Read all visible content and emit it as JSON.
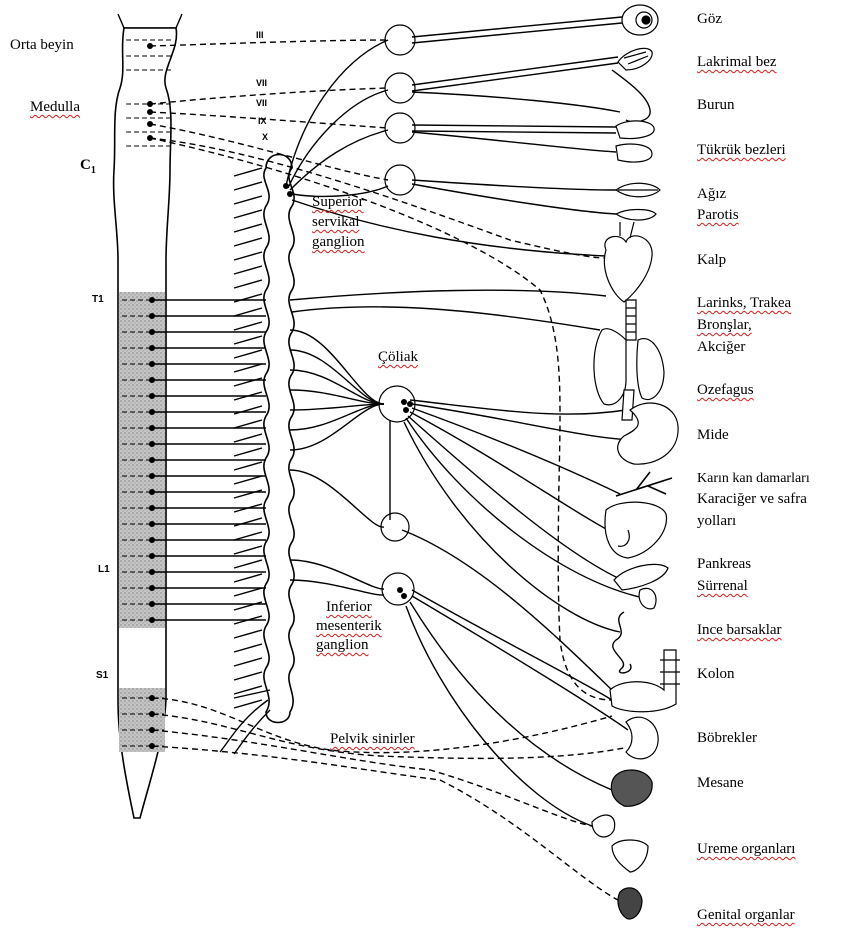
{
  "cns_labels": {
    "orta_beyin": "Orta beyin",
    "medulla": "Medulla",
    "c1": "C",
    "c1_sub": "1"
  },
  "cord_levels": {
    "t1": "T1",
    "l1": "L1",
    "s1": "S1"
  },
  "cranial_nerves": {
    "iii": "III",
    "vii": "VII",
    "ix": "IX",
    "x": "X"
  },
  "ganglia": {
    "superior_cervical": [
      "Superior",
      "servikal",
      "ganglion"
    ],
    "celiac": "Çöliak",
    "inferior_mesenteric": [
      "Inferior",
      "mesenterik",
      "ganglion"
    ],
    "pelvic": "Pelvik sinirler"
  },
  "organs": [
    {
      "key": "goz",
      "text": "Göz"
    },
    {
      "key": "lakrimal",
      "text": "Lakrimal bez"
    },
    {
      "key": "burun",
      "text": "Burun"
    },
    {
      "key": "tukuruk",
      "text": "Tükrük bezleri"
    },
    {
      "key": "agiz",
      "text": "Ağız"
    },
    {
      "key": "parotis",
      "text": "Parotis"
    },
    {
      "key": "kalp",
      "text": "Kalp"
    },
    {
      "key": "larinks",
      "text": "Larinks, Trakea"
    },
    {
      "key": "bronslar",
      "text": "Bronşlar,"
    },
    {
      "key": "akciger",
      "text": "Akciğer"
    },
    {
      "key": "ozefagus",
      "text": "Ozefagus"
    },
    {
      "key": "mide",
      "text": "Mide"
    },
    {
      "key": "karin",
      "text": "Karın kan damarları"
    },
    {
      "key": "karaciger",
      "text": "Karaciğer ve safra"
    },
    {
      "key": "yollari",
      "text": "yolları"
    },
    {
      "key": "pankreas",
      "text": "Pankreas"
    },
    {
      "key": "surrenal",
      "text": "Sürrenal"
    },
    {
      "key": "ince",
      "text": "Ince barsaklar"
    },
    {
      "key": "kolon",
      "text": "Kolon"
    },
    {
      "key": "bobrekler",
      "text": "Böbrekler"
    },
    {
      "key": "mesane",
      "text": "Mesane"
    },
    {
      "key": "ureme",
      "text": "Ureme organları"
    },
    {
      "key": "genital",
      "text": "Genital organlar"
    }
  ],
  "colors": {
    "line": "#000000",
    "shade": "#b8b8b8",
    "squiggle": "#d21e1e"
  }
}
